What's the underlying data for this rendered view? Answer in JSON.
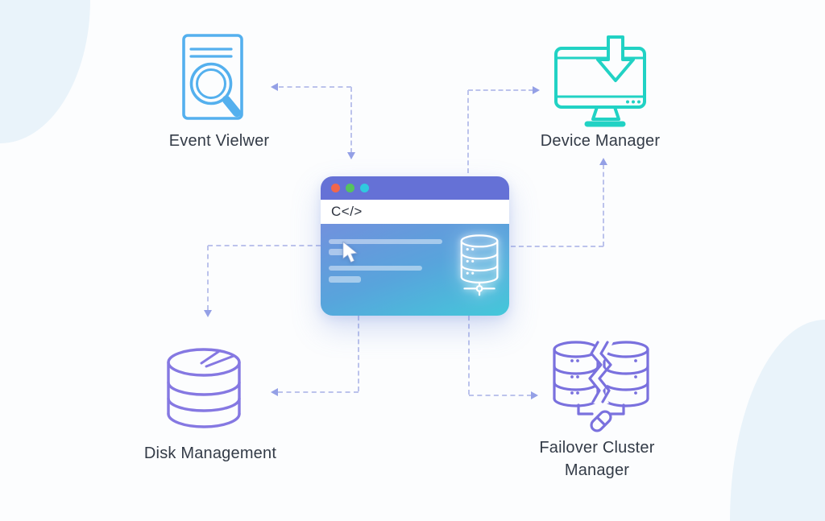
{
  "canvas": {
    "background": "#fcfdfe",
    "blob_color": "#e9f3fa"
  },
  "nodes": {
    "event_viewer": {
      "label": "Event Vielwer",
      "icon": "document-magnifier-icon",
      "color": "#54b0ee"
    },
    "device_manager": {
      "label": "Device Manager",
      "icon": "monitor-download-icon",
      "color": "#21d2c4"
    },
    "disk_management": {
      "label": "Disk Management",
      "icon": "disk-stack-slice-icon",
      "color": "#8578e2"
    },
    "failover_cluster_manager": {
      "label": "Failover Cluster Manager",
      "icon": "split-servers-link-icon",
      "color": "#7a71de"
    }
  },
  "window": {
    "address_text": "C</>",
    "titlebar_color": "#6571d6",
    "traffic_lights": [
      "#f1664b",
      "#55c35e",
      "#2fc9df"
    ],
    "body_gradient_start": "#7191dd",
    "body_gradient_end": "#44c8da",
    "server_icon": "database-network-icon",
    "cursor_icon": "mouse-pointer-icon"
  },
  "connectors": {
    "style": "dashed",
    "line_color": "#bcc3ec",
    "arrow_color": "#94a0e6"
  },
  "text_color": "#333b47"
}
